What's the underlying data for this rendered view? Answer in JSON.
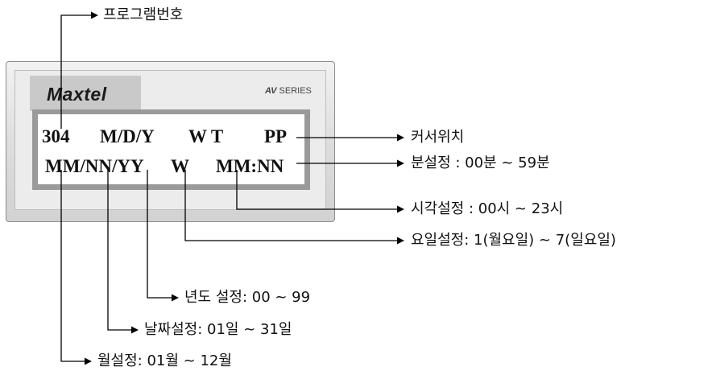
{
  "device": {
    "brand": "Maxtel",
    "series_prefix": "AV",
    "series_suffix": "SERIES"
  },
  "lcd": {
    "row1": {
      "program": "304",
      "date_format": "M/D/Y",
      "week_time": "W T",
      "cursor_code": "PP"
    },
    "row2": {
      "date": "MM/NN/YY",
      "weekday": "W",
      "time": "MM:NN"
    }
  },
  "annotations": {
    "program_number": "프로그램번호",
    "cursor_position": "커서위치",
    "minute_setting": "분설정 : 00분 ~ 59분",
    "hour_setting": "시각설정 : 00시 ~ 23시",
    "weekday_setting": "요일설정: 1(월요일) ~ 7(일요일)",
    "year_setting": "년도 설정: 00 ~ 99",
    "day_setting": "날짜설정: 01일 ~ 31일",
    "month_setting": "월설정: 01월 ~ 12월"
  }
}
